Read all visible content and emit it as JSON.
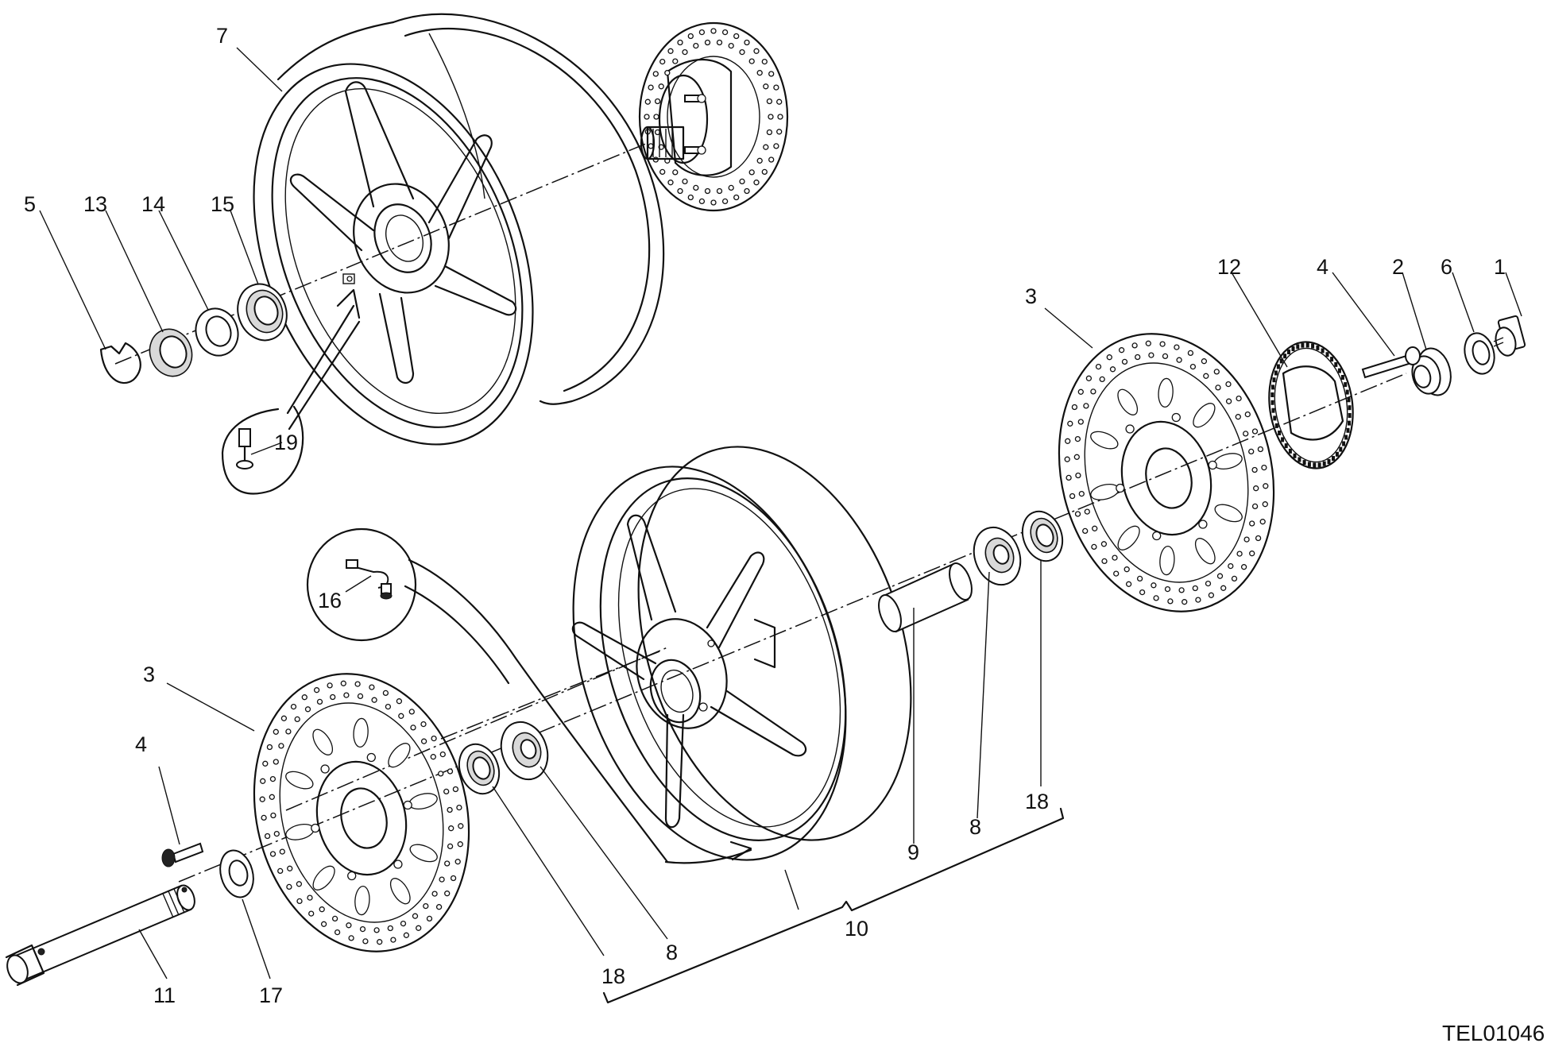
{
  "drawing": {
    "code": "TEL01046",
    "callouts": {
      "rear_wheel": "7",
      "rear_circlip": "5",
      "rear_ring_nut": "13",
      "rear_spacer": "14",
      "rear_seal": "15",
      "rear_valve": "19",
      "front_disc_right": "3",
      "front_disc_left": "3",
      "phonic_wheel": "12",
      "phonic_screw": "4",
      "disc_screw": "4",
      "right_spacer": "2",
      "right_washer": "6",
      "axle_nut": "1",
      "front_valve": "16",
      "inner_spacer": "9",
      "bearing_right": "8",
      "seal_right": "18",
      "bearing_left": "8",
      "seal_left": "18",
      "front_wheel_assembly": "10",
      "front_axle": "11",
      "axle_washer": "17"
    }
  }
}
